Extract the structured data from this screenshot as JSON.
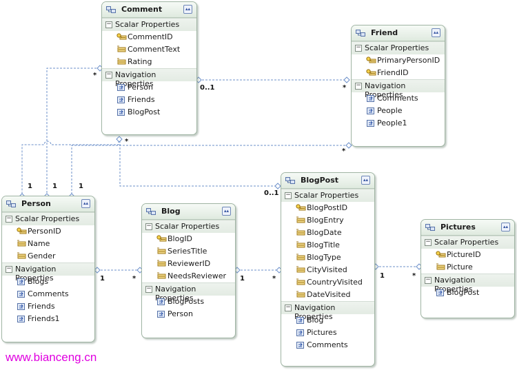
{
  "diagram": {
    "entities": {
      "comment": {
        "title": "Comment",
        "scalar_header": "Scalar Properties",
        "scalar": [
          {
            "name": "CommentID",
            "icon": "key-property-icon"
          },
          {
            "name": "CommentText",
            "icon": "property-icon"
          },
          {
            "name": "Rating",
            "icon": "property-icon"
          }
        ],
        "nav_header": "Navigation Properties",
        "nav": [
          "Person",
          "Friends",
          "BlogPost"
        ]
      },
      "friend": {
        "title": "Friend",
        "scalar_header": "Scalar Properties",
        "scalar": [
          {
            "name": "PrimaryPersonID",
            "icon": "key-property-icon"
          },
          {
            "name": "FriendID",
            "icon": "key-property-icon"
          }
        ],
        "nav_header": "Navigation Properties",
        "nav": [
          "Comments",
          "People",
          "People1"
        ]
      },
      "person": {
        "title": "Person",
        "scalar_header": "Scalar Properties",
        "scalar": [
          {
            "name": "PersonID",
            "icon": "key-property-icon"
          },
          {
            "name": "Name",
            "icon": "property-icon"
          },
          {
            "name": "Gender",
            "icon": "property-icon"
          }
        ],
        "nav_header": "Navigation Properties",
        "nav": [
          "Blogs",
          "Comments",
          "Friends",
          "Friends1"
        ]
      },
      "blog": {
        "title": "Blog",
        "scalar_header": "Scalar Properties",
        "scalar": [
          {
            "name": "BlogID",
            "icon": "key-property-icon"
          },
          {
            "name": "SeriesTitle",
            "icon": "property-icon"
          },
          {
            "name": "ReviewerID",
            "icon": "property-icon"
          },
          {
            "name": "NeedsReviewer",
            "icon": "property-icon"
          }
        ],
        "nav_header": "Navigation Properties",
        "nav": [
          "BlogPosts",
          "Person"
        ]
      },
      "blogpost": {
        "title": "BlogPost",
        "scalar_header": "Scalar Properties",
        "scalar": [
          {
            "name": "BlogPostID",
            "icon": "key-property-icon"
          },
          {
            "name": "BlogEntry",
            "icon": "property-icon"
          },
          {
            "name": "BlogDate",
            "icon": "property-icon"
          },
          {
            "name": "BlogTitle",
            "icon": "property-icon"
          },
          {
            "name": "BlogType",
            "icon": "property-icon"
          },
          {
            "name": "CityVisited",
            "icon": "property-icon"
          },
          {
            "name": "CountryVisited",
            "icon": "property-icon"
          },
          {
            "name": "DateVisited",
            "icon": "property-icon"
          }
        ],
        "nav_header": "Navigation Properties",
        "nav": [
          "Blog",
          "Pictures",
          "Comments"
        ]
      },
      "pictures": {
        "title": "Pictures",
        "scalar_header": "Scalar Properties",
        "scalar": [
          {
            "name": "PictureID",
            "icon": "key-property-icon"
          },
          {
            "name": "Picture",
            "icon": "property-icon"
          }
        ],
        "nav_header": "Navigation Properties",
        "nav": [
          "BlogPost"
        ]
      }
    },
    "multiplicities": {
      "comment_left_many": "*",
      "comment_friend_one": "0..1",
      "friend_comment_many": "*",
      "comment_bottom_many": "*",
      "friend_bottom_many": "*",
      "person_one_a": "1",
      "person_one_b": "1",
      "person_one_c": "1",
      "blogpost_comment_one": "0..1",
      "person_blog_one": "1",
      "person_blog_many": "*",
      "blog_blogpost_one": "1",
      "blog_blogpost_many": "*",
      "blogpost_pictures_one": "1",
      "blogpost_pictures_many": "*"
    },
    "icons": {
      "entity": "entity-type-icon",
      "collapse": "chevron-up-double-icon",
      "section_toggle": "minus-toggle-icon",
      "navigation": "navigation-property-icon"
    },
    "colors": {
      "connector": "#6b8fc9",
      "entity_border": "#9fb4a3",
      "watermark": "#e000e0"
    }
  },
  "watermark": "www.bianceng.cn"
}
